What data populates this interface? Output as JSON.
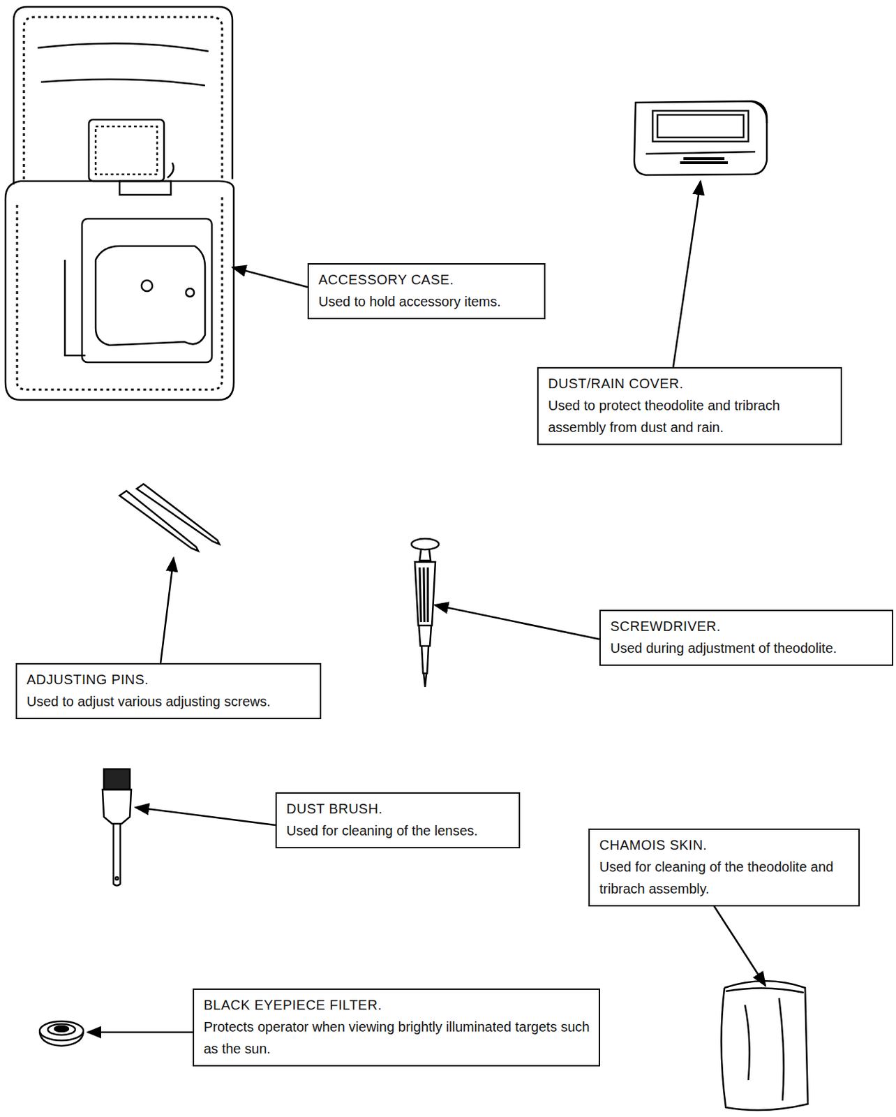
{
  "diagram": {
    "nodes": [
      {
        "text": [
          "ACCESSORY CASE.",
          "Used to hold accessory items."
        ]
      },
      {
        "text": [
          "DUST/RAIN COVER.",
          "Used to protect theodolite and tribrach assembly from dust and rain."
        ]
      },
      {
        "text": [
          "ADJUSTING PINS.",
          "Used to adjust various adjusting screws."
        ]
      },
      {
        "text": [
          "SCREWDRIVER.",
          "Used during adjustment of theodolite."
        ]
      },
      {
        "text": [
          "DUST BRUSH.",
          "Used for cleaning of the lenses."
        ]
      },
      {
        "text": [
          "CHAMOIS SKIN.",
          "Used for cleaning of the theodolite and tribrach assembly."
        ]
      },
      {
        "text": [
          "BLACK EYEPIECE FILTER.",
          "Protects operator when viewing brightly illuminated targets such as the sun."
        ]
      }
    ]
  }
}
